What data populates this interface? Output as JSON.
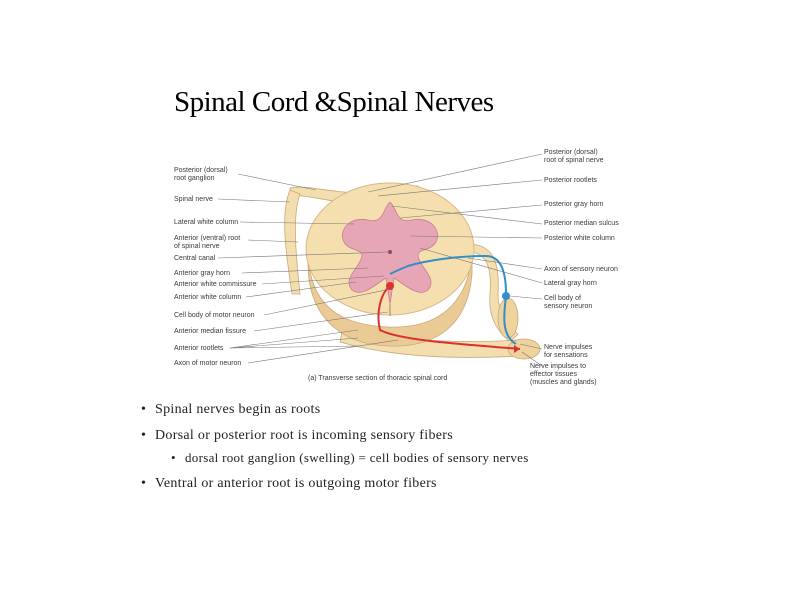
{
  "title": "Spinal Cord &Spinal Nerves",
  "figure": {
    "caption": "(a) Transverse section of thoracic spinal cord",
    "left_labels": [
      "Posterior (dorsal)",
      "root ganglion",
      "Spinal nerve",
      "Lateral white column",
      "Anterior (ventral) root",
      "of spinal nerve",
      "Central canal",
      "Anterior gray horn",
      "Anterior white commissure",
      "Anterior white column",
      "Cell body of motor neuron",
      "Anterior median fissure",
      "Anterior rootlets",
      "Axon of motor neuron"
    ],
    "right_labels": [
      "Posterior (dorsal)",
      "root of spinal nerve",
      "Posterior rootlets",
      "Posterior gray horn",
      "Posterior median sulcus",
      "Posterior white column",
      "Axon of sensory neuron",
      "Lateral gray horn",
      "Cell body of",
      "sensory neuron",
      "Nerve impulses",
      "for sensations",
      "Nerve impulses to",
      "effector tissues",
      "(muscles and glands)"
    ]
  },
  "bullets": [
    {
      "text": "Spinal nerves begin as roots",
      "level": 1
    },
    {
      "text": "Dorsal or posterior root is incoming sensory fibers",
      "level": 1
    },
    {
      "text": "dorsal root ganglion (swelling) = cell bodies of sensory nerves",
      "level": 2
    },
    {
      "text": "Ventral or anterior root is outgoing motor fibers",
      "level": 1
    }
  ],
  "bullet_symbol": "•",
  "colors": {
    "white_matter": "#f6dfae",
    "gray_matter": "#e7a6b5",
    "sensory_axon": "#2f8fc8",
    "motor_axon": "#d8332c"
  }
}
